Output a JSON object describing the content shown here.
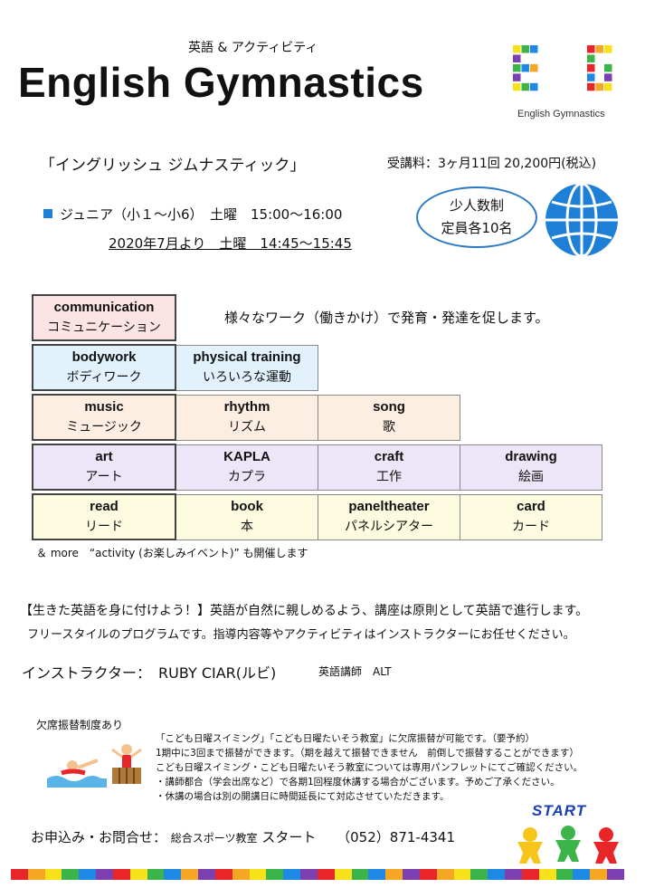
{
  "header": {
    "subtitle": "英語 & アクティビティ",
    "title": "English Gymnastics",
    "logo_caption": "English Gymnastics",
    "logo_letters": "EG"
  },
  "course": {
    "jp_name": "「イングリッシュ ジムナスティック」",
    "fee": "受講料：3ヶ月11回 20,200円(税込)",
    "junior": "ジュニア（小１～小6）　土曜　15:00～16:00",
    "change": "2020年7月より　土曜　14:45～15:45",
    "capacity_line1": "少人数制",
    "capacity_line2": "定員各10名"
  },
  "activities": {
    "description": "様々なワーク（働きかけ）で発育・発達を促します。",
    "rows": [
      {
        "color": "#fde4e4",
        "cells": [
          {
            "en": "communication",
            "jp": "コミュニケーション"
          }
        ]
      },
      {
        "color": "#e2f2fd",
        "cells": [
          {
            "en": "bodywork",
            "jp": "ボディワーク"
          },
          {
            "en": "physical training",
            "jp": "いろいろな運動"
          }
        ]
      },
      {
        "color": "#fdeee2",
        "cells": [
          {
            "en": "music",
            "jp": "ミュージック"
          },
          {
            "en": "rhythm",
            "jp": "リズム"
          },
          {
            "en": "song",
            "jp": "歌"
          }
        ]
      },
      {
        "color": "#ece6f8",
        "cells": [
          {
            "en": "art",
            "jp": "アート"
          },
          {
            "en": "KAPLA",
            "jp": "カプラ"
          },
          {
            "en": "craft",
            "jp": "工作"
          },
          {
            "en": "drawing",
            "jp": "絵画"
          }
        ]
      },
      {
        "color": "#fdfbe0",
        "cells": [
          {
            "en": "read",
            "jp": "リード"
          },
          {
            "en": "book",
            "jp": "本"
          },
          {
            "en": "paneltheater",
            "jp": "パネルシアター"
          },
          {
            "en": "card",
            "jp": "カード"
          }
        ]
      }
    ],
    "more": "＆ more　“activity (お楽しみイベント)” も開催します"
  },
  "info": {
    "learn_line1": "【生きた英語を身に付けよう！】英語が自然に親しめるよう、講座は原則として英語で進行します。",
    "learn_line2": "フリースタイルのプログラムです。指導内容等やアクティビティはインストラクターにお任せください。",
    "instructor": "インストラクター：　RUBY CIAR(ルビ)",
    "instructor_role": "英語講師　ALT",
    "absence": "欠席振替制度あり",
    "notes": [
      "「こども日曜スイミング」「こども日曜たいそう教室」に欠席振替が可能です。（要予約）",
      "1期中に3回まで振替ができます。（期を越えて振替できません　前倒しで振替することができます）",
      "こども日曜スイミング・こども日曜たいそう教室については専用パンフレットにてご確認ください。",
      "・講師都合（学会出席など）で各期1回程度休講する場合がございます。予めご了承ください。",
      "・休講の場合は別の開講日に時間延長にて対応させていただきます。"
    ]
  },
  "contact": {
    "label": "お申込み・お問合せ：",
    "school_type": "総合スポーツ教室",
    "school_name": "スタート",
    "phone": "（052）871-4341",
    "brand": "START"
  },
  "palette": [
    "#e8262a",
    "#f5a623",
    "#f7e11a",
    "#3bb54a",
    "#1e88e5",
    "#7b3fb0",
    "#e8262a",
    "#f7e11a",
    "#3bb54a",
    "#1e88e5",
    "#f5a623",
    "#7b3fb0"
  ]
}
